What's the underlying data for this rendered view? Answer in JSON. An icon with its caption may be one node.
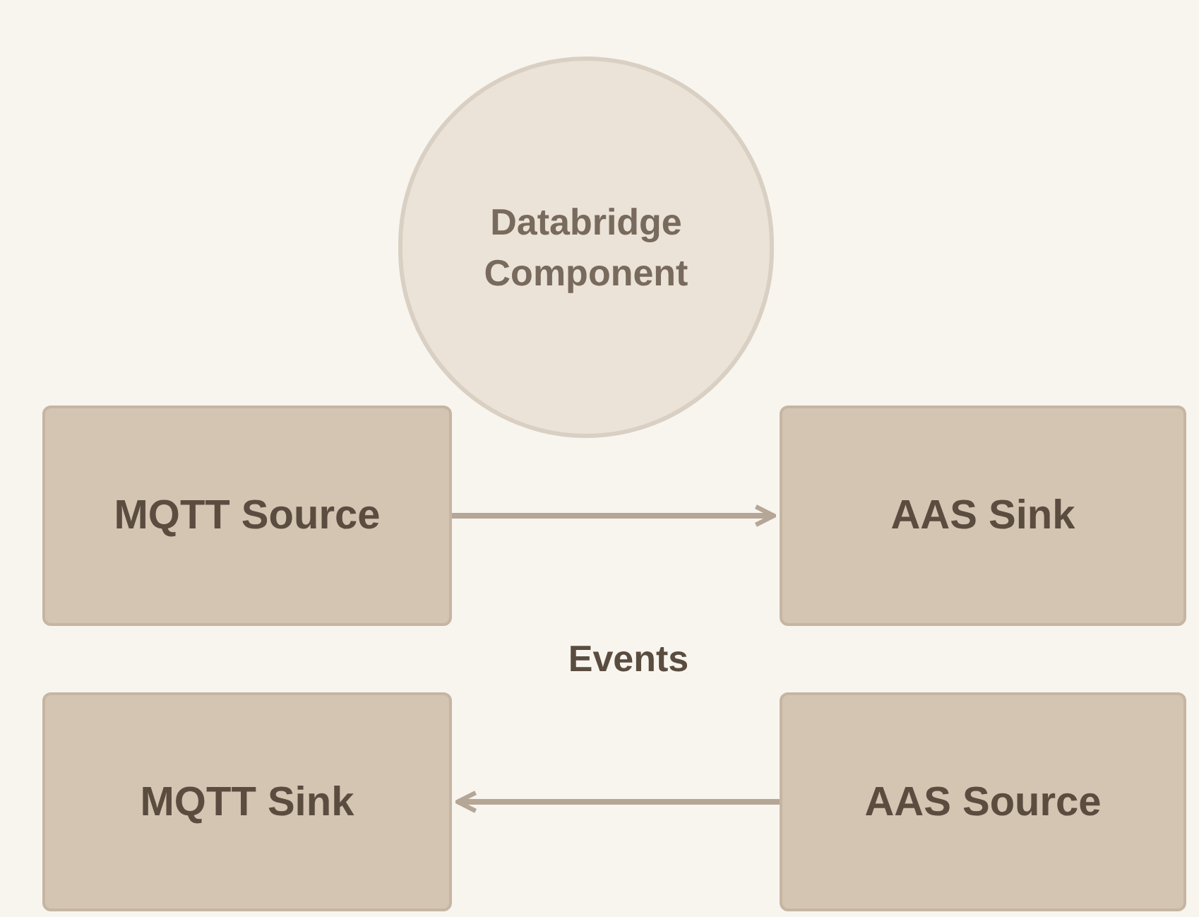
{
  "diagram": {
    "nodes": [
      {
        "text": [
          "Databridge Component"
        ]
      },
      {
        "text": [
          "MQTT Source"
        ]
      },
      {
        "text": [
          "AAS Sink"
        ]
      },
      {
        "text": [
          "MQTT Sink"
        ]
      },
      {
        "text": [
          "AAS Source"
        ]
      }
    ],
    "edges": [
      {
        "from": 1,
        "to": 2,
        "arrow": "to"
      },
      {
        "from": 4,
        "to": 3,
        "arrow": "to"
      }
    ],
    "labels": [
      "Events"
    ]
  }
}
